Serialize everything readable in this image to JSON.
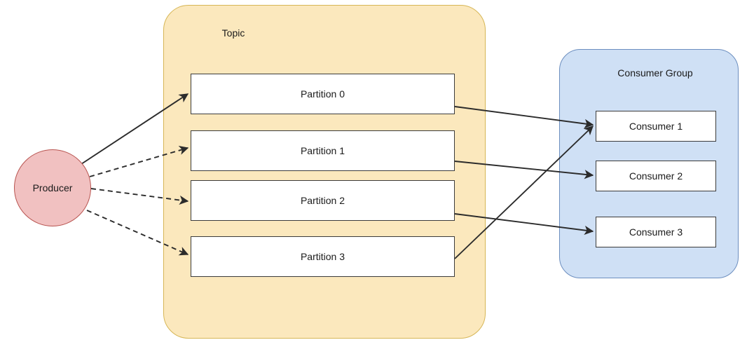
{
  "diagram": {
    "title": "Kafka topic partition to consumer group mapping",
    "background": "#ffffff"
  },
  "producer": {
    "label": "Producer",
    "fill": "#f1c1c1",
    "stroke": "#b85450"
  },
  "topic": {
    "label": "Topic",
    "fill": "#fbe8bd",
    "stroke": "#d6b656",
    "partitions": [
      {
        "label": "Partition 0"
      },
      {
        "label": "Partition 1"
      },
      {
        "label": "Partition 2"
      },
      {
        "label": "Partition 3"
      }
    ]
  },
  "consumer_group": {
    "label": "Consumer Group",
    "fill": "#cfe0f5",
    "stroke": "#6c8ebf",
    "consumers": [
      {
        "label": "Consumer 1"
      },
      {
        "label": "Consumer 2"
      },
      {
        "label": "Consumer 3"
      }
    ]
  },
  "edges": {
    "stroke": "#2b2b2b",
    "producer_to_partitions": [
      {
        "from": "producer",
        "to": "Partition 0",
        "style": "solid"
      },
      {
        "from": "producer",
        "to": "Partition 1",
        "style": "dashed"
      },
      {
        "from": "producer",
        "to": "Partition 2",
        "style": "dashed"
      },
      {
        "from": "producer",
        "to": "Partition 3",
        "style": "dashed"
      }
    ],
    "partitions_to_consumers": [
      {
        "from": "Partition 0",
        "to": "Consumer 1",
        "style": "solid"
      },
      {
        "from": "Partition 1",
        "to": "Consumer 2",
        "style": "solid"
      },
      {
        "from": "Partition 2",
        "to": "Consumer 3",
        "style": "solid"
      },
      {
        "from": "Partition 3",
        "to": "Consumer 1",
        "style": "solid"
      }
    ]
  }
}
